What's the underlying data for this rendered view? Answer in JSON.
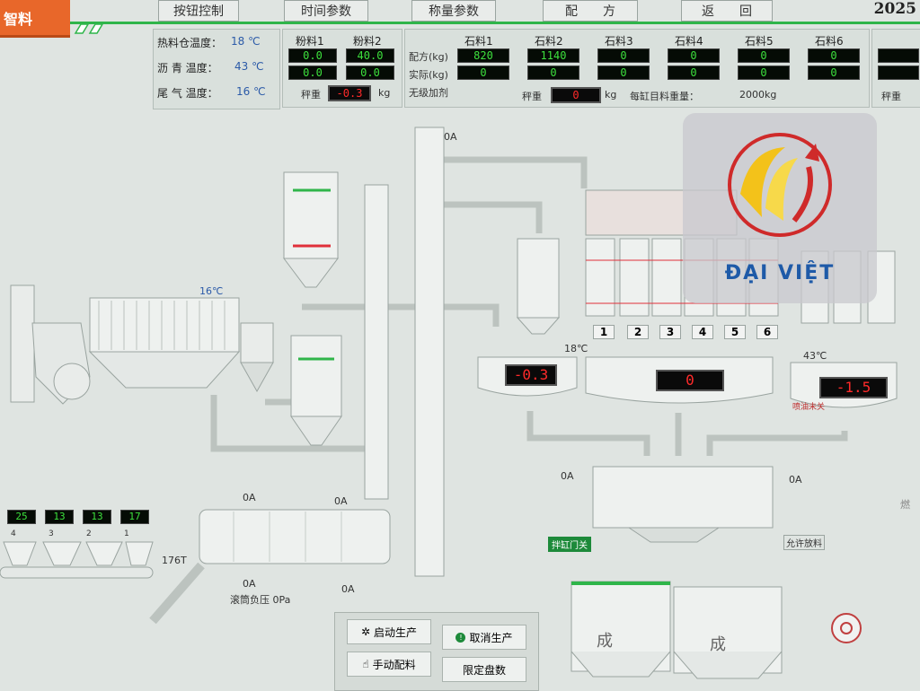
{
  "header": {
    "module_title": "智料",
    "buttons": [
      "按钮控制",
      "时间参数",
      "称量参数",
      "配　　方",
      "返　　回"
    ],
    "year": "2025"
  },
  "temps": {
    "hot_bin": {
      "label": "热料仓温度：",
      "value": "18 ℃"
    },
    "asphalt": {
      "label": "沥 青 温度：",
      "value": "43 ℃"
    },
    "exhaust": {
      "label": "尾 气 温度：",
      "value": "16 ℃"
    }
  },
  "powder": {
    "headers": [
      "粉料1",
      "粉料2"
    ],
    "row1": [
      "0.0",
      "40.0"
    ],
    "row2": [
      "0.0",
      "0.0"
    ],
    "scale_label": "秤重",
    "scale_value": "-0.3",
    "scale_unit": "kg"
  },
  "stone": {
    "row_labels": [
      "配方(kg)",
      "实际(kg)",
      "无级加剂"
    ],
    "headers": [
      "石料1",
      "石料2",
      "石料3",
      "石料4",
      "石料5",
      "石料6"
    ],
    "recipe": [
      "820",
      "1140",
      "0",
      "0",
      "0",
      "0"
    ],
    "actual": [
      "0",
      "0",
      "0",
      "0",
      "0",
      "0"
    ],
    "scale_label": "秤重",
    "scale_value": "0",
    "scale_unit": "kg",
    "batch_label": "每缸目料重量：",
    "batch_value": "2000kg",
    "right_scale_label": "秤重"
  },
  "plant": {
    "elevator_current": "0A",
    "baghouse_temp": "16℃",
    "hotbin_temp": "18℃",
    "asphalt_temp": "43℃",
    "hopper_numbers": [
      "1",
      "2",
      "3",
      "4",
      "5",
      "6"
    ],
    "scale_displays": [
      "-0.3",
      "0",
      "-1.5"
    ],
    "asphalt_valve_label": "喷油未关",
    "mixer_current_left": "0A",
    "mixer_current_right": "0A",
    "mixer_door_label": "拌缸门关",
    "allow_discharge_label": "允许放料",
    "cold_feed_values": [
      "25",
      "13",
      "13",
      "17"
    ],
    "cold_feed_numbers": [
      "4",
      "3",
      "2",
      "1"
    ],
    "belt_label": "176T",
    "drum_current_left": "0A",
    "drum_current_right": "0A",
    "drum_current_bottom": "0A",
    "drum_pressure_label": "滚筒负压 0Pa",
    "storage_labels": [
      "成",
      "成"
    ],
    "right_edge_label": "燃"
  },
  "controls": {
    "start": "启动生产",
    "cancel": "取消生产",
    "manual": "手动配料",
    "limit": "限定盘数"
  },
  "watermark": {
    "text": "ĐẠI VIỆT"
  },
  "colors": {
    "accent": "#e8672a",
    "green": "#2fb54a",
    "digit_green": "#3de03d",
    "digit_red": "#ff2a2a"
  }
}
